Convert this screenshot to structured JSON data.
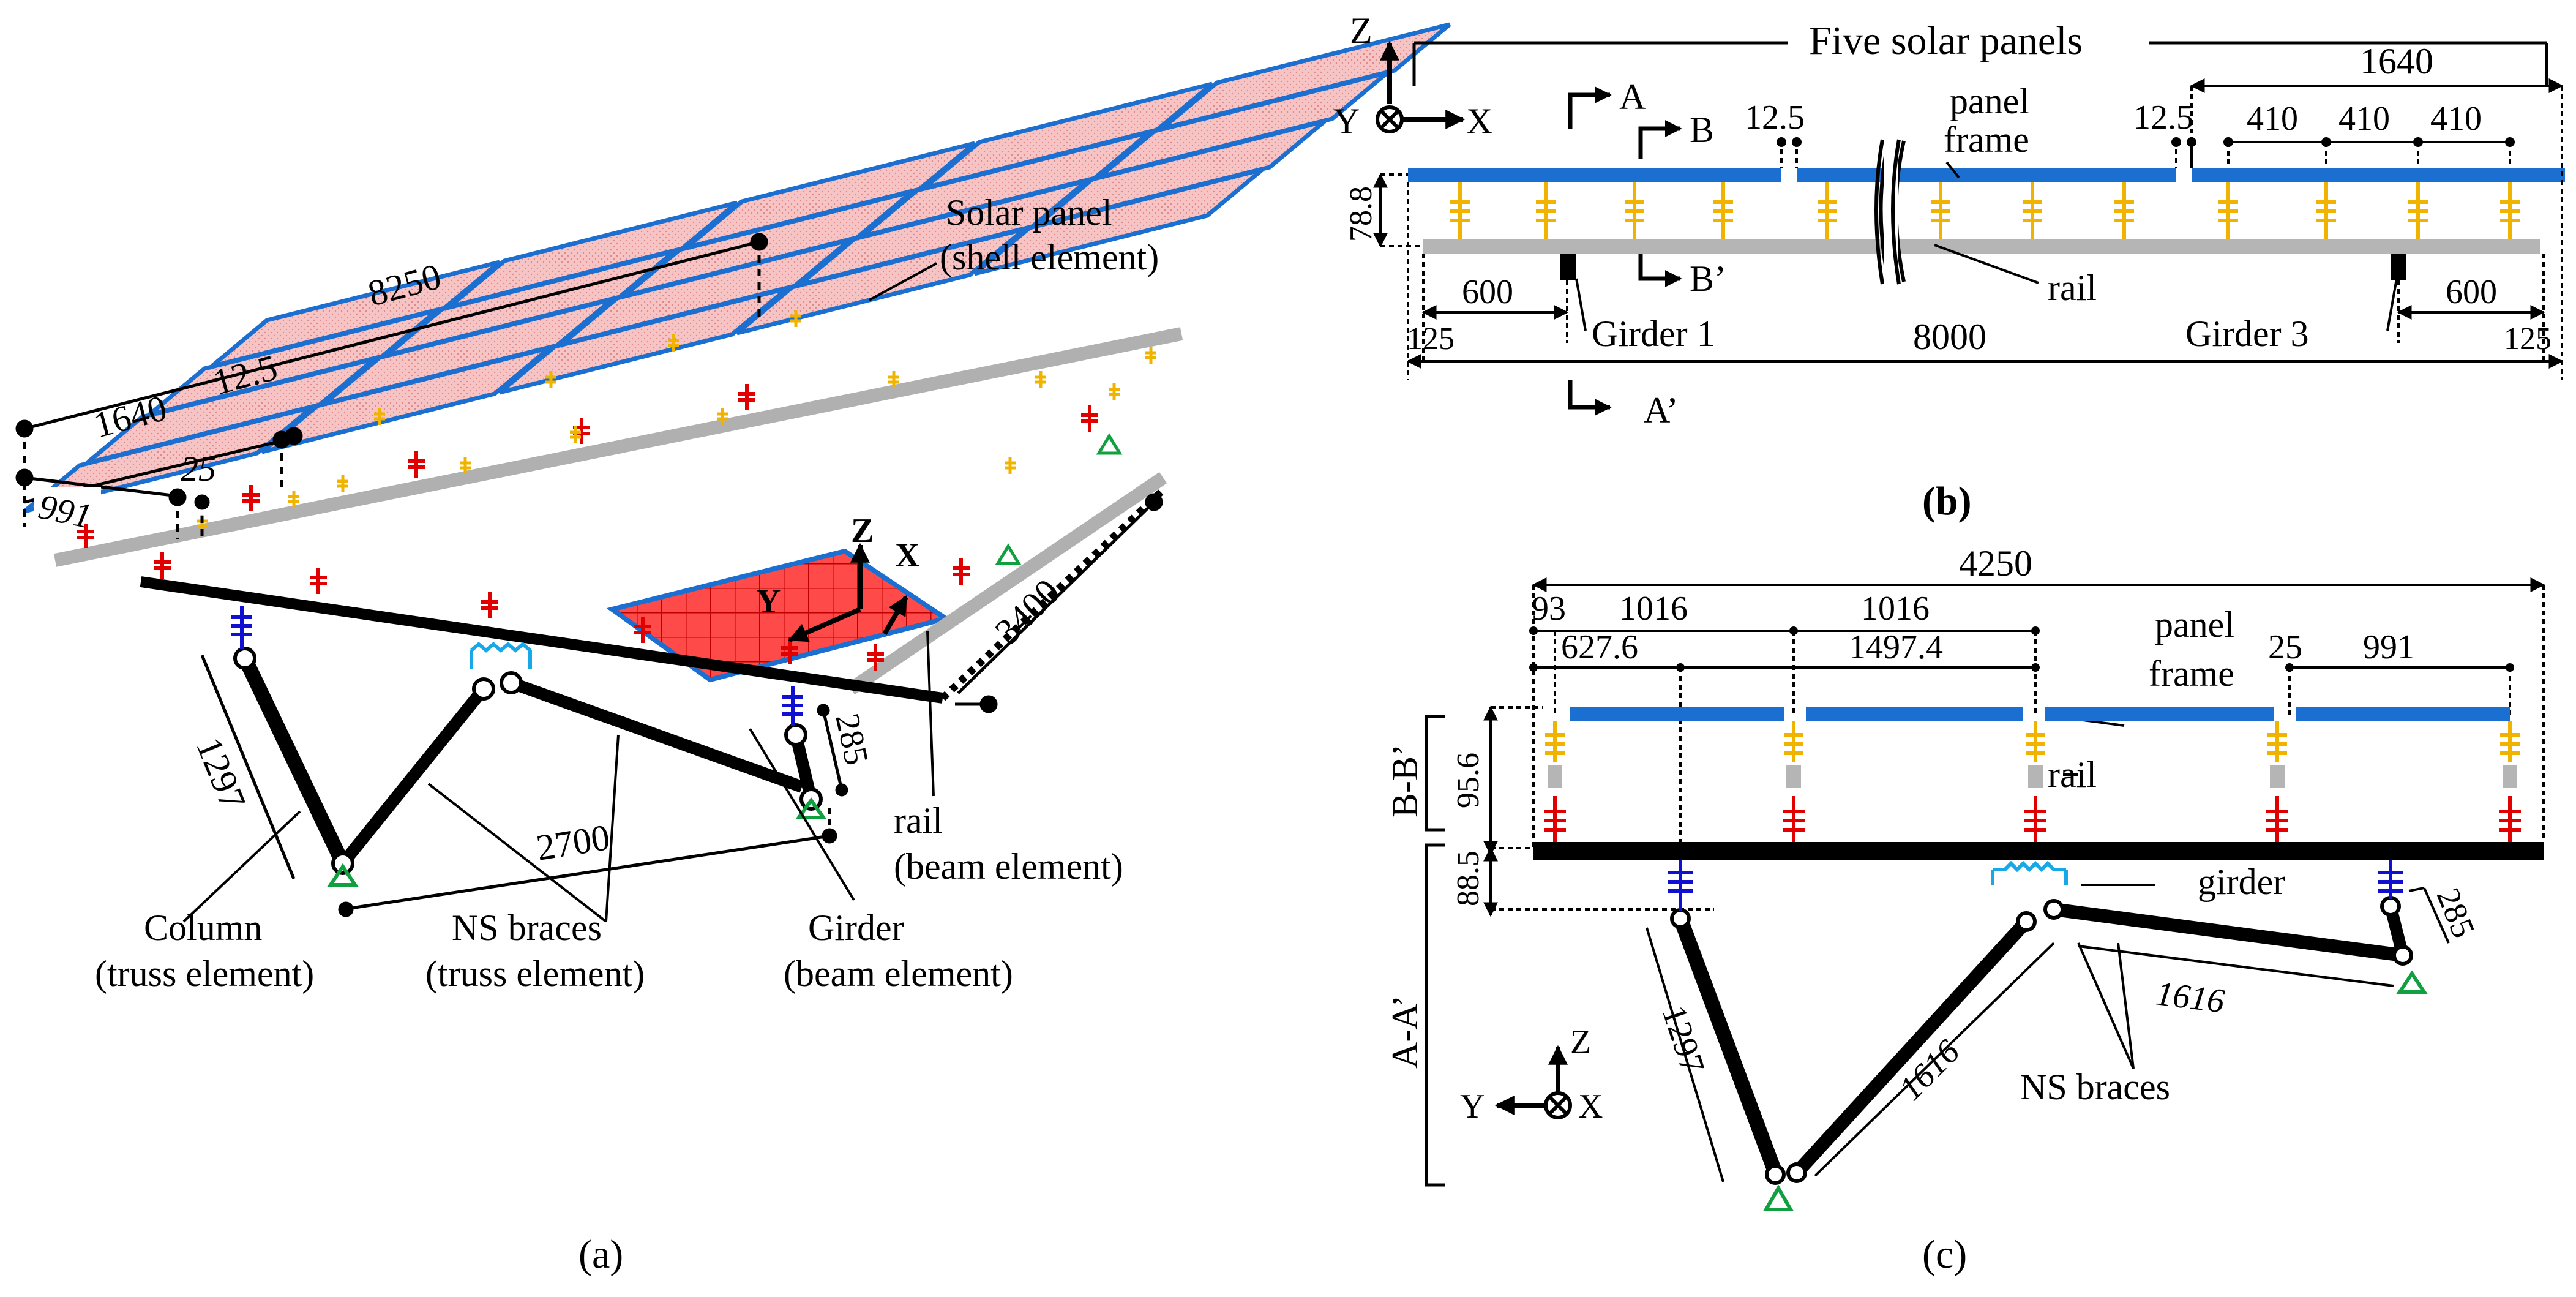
{
  "colors": {
    "panel_frame": "#1a6fd1",
    "panel_fill": "#f4b6b6",
    "panel_highlight": "#ff3b3b",
    "rail": "#b5b5b5",
    "girder": "#000000",
    "spring_yellow": "#f0b400",
    "spring_red": "#e00000",
    "spring_blue": "#1010d0",
    "spring_cyan": "#18a8e8",
    "support_green": "#10a040",
    "dim_line": "#000000"
  },
  "a": {
    "caption": "(a)",
    "labels": {
      "solar_panel": "Solar panel",
      "solar_panel_sub": "(shell element)",
      "rail": "rail",
      "rail_sub": "(beam element)",
      "girder": "Girder",
      "girder_sub": "(beam element)",
      "column": "Column",
      "column_sub": "(truss element)",
      "braces": "NS braces",
      "braces_sub": "(truss element)"
    },
    "dims": {
      "d8250": "8250",
      "d1640": "1640",
      "d12_5": "12.5",
      "d25": "25",
      "d991": "991",
      "d3400": "3400",
      "d1297": "1297",
      "d2700": "2700",
      "d285": "285"
    },
    "axes": {
      "z": "Z",
      "x": "X",
      "y": "Y"
    }
  },
  "b": {
    "caption": "(b)",
    "title": "Five solar panels",
    "axes": {
      "z": "Z",
      "y": "Y",
      "x": "X"
    },
    "section_marks": {
      "a": "A",
      "a2": "A’",
      "b": "B",
      "b2": "B’"
    },
    "labels": {
      "panel": "panel",
      "frame": "frame",
      "rail": "rail",
      "girder1": "Girder 1",
      "girder3": "Girder 3"
    },
    "dims": {
      "d1640": "1640",
      "d12_5a": "12.5",
      "d12_5b": "12.5",
      "d410a": "410",
      "d410b": "410",
      "d410c": "410",
      "d78_8": "78.8",
      "d600a": "600",
      "d600b": "600",
      "d125a": "125",
      "d125b": "125",
      "d8000": "8000"
    }
  },
  "c": {
    "caption": "(c)",
    "axes": {
      "z": "Z",
      "y": "Y",
      "x": "X"
    },
    "sections": {
      "bb": "B-B’",
      "aa": "A-A’"
    },
    "labels": {
      "panel": "panel",
      "frame": "frame",
      "rail": "rail",
      "girder": "girder",
      "braces": "NS braces"
    },
    "dims": {
      "d4250": "4250",
      "d93": "93",
      "d1016a": "1016",
      "d1016b": "1016",
      "d627_6": "627.6",
      "d1497_4": "1497.4",
      "d25": "25",
      "d991": "991",
      "d95_6": "95.6",
      "d88_5": "88.5",
      "d1297": "1297",
      "d1616a": "1616",
      "d1616b": "1616",
      "d285": "285"
    }
  }
}
